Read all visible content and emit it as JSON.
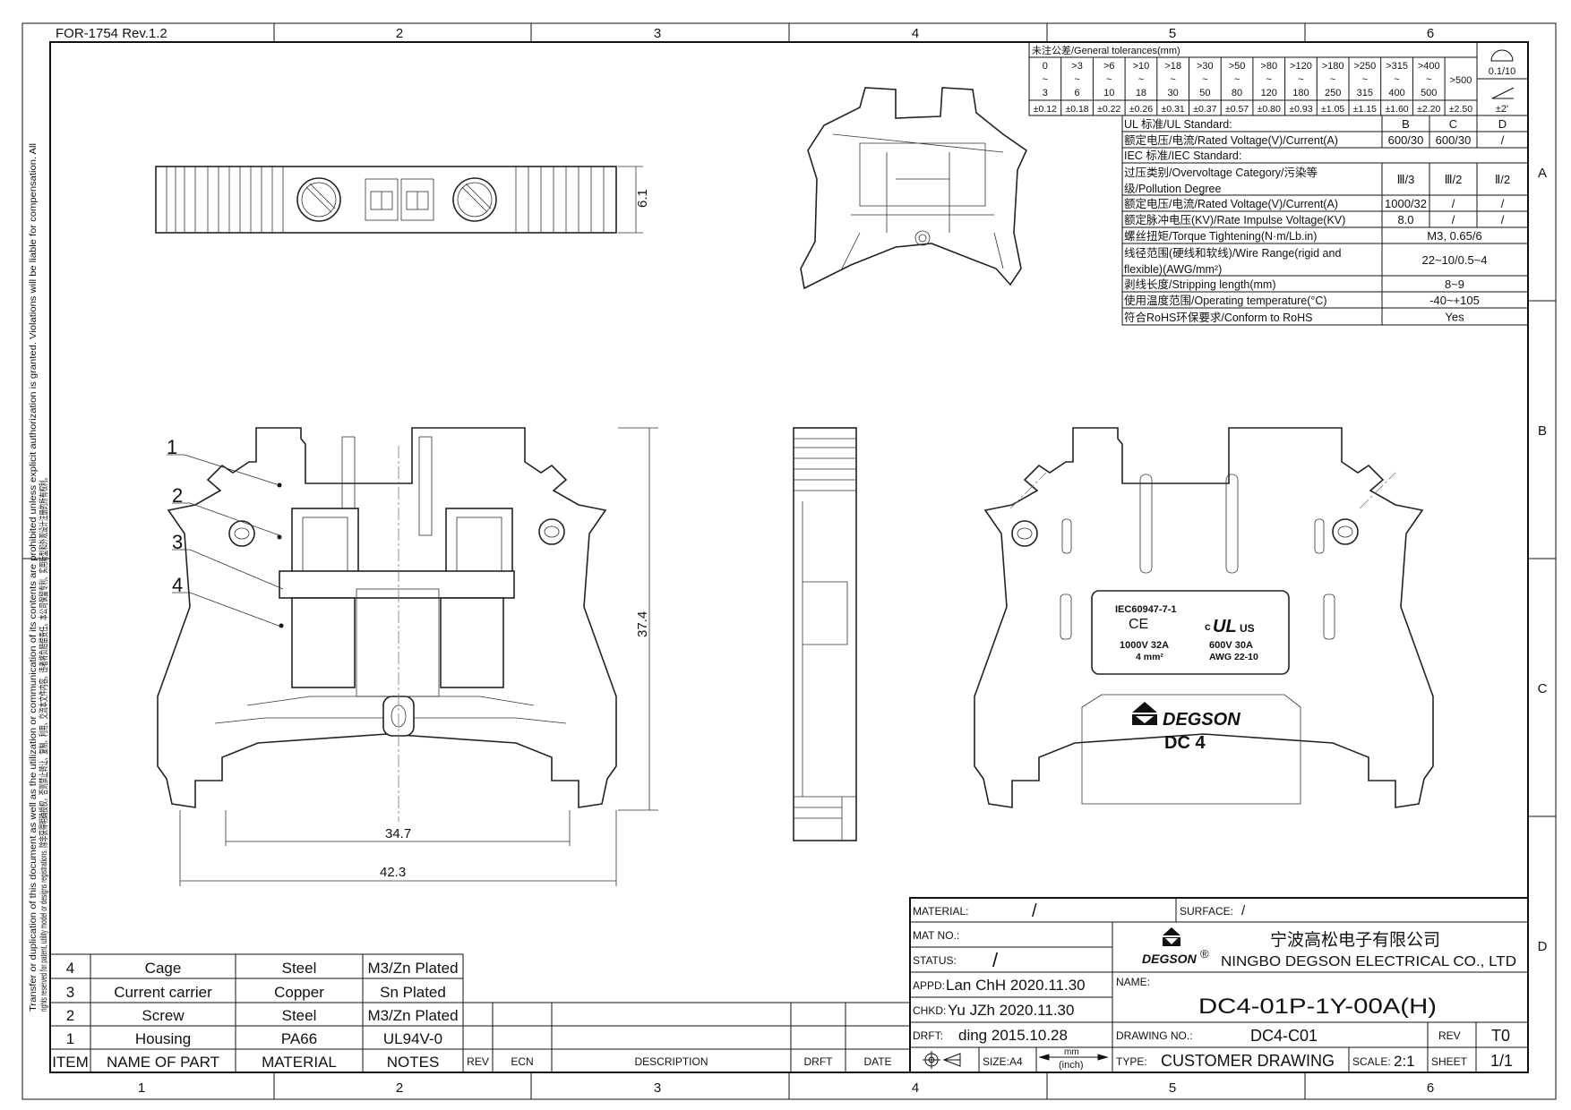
{
  "form_id": "FOR-1754 Rev.1.2",
  "zones": {
    "columns": [
      "1",
      "2",
      "3",
      "4",
      "5",
      "6"
    ],
    "rows": [
      "A",
      "B",
      "C",
      "D"
    ]
  },
  "legal_notice": {
    "line1": "Transfer or duplication of this document as well as the utilization or communication of its contents are prohibited unless explicit authorization is granted. Violations will be liable for compensation. All",
    "line2": "rights reserved for patent, utility model or designs registrations.  除非获得明确授权，否则禁止转让、复制、利用、交流本文件内容。违者将负赔偿责任。本公司保留专利、实用新型和外观设计注册的所有权利。"
  },
  "tolerances": {
    "title": "未注公差/General tolerances(mm)",
    "ranges": [
      [
        "0",
        "~",
        "3"
      ],
      [
        ">3",
        "~",
        "6"
      ],
      [
        ">6",
        "~",
        "10"
      ],
      [
        ">10",
        "~",
        "18"
      ],
      [
        ">18",
        "~",
        "30"
      ],
      [
        ">30",
        "~",
        "50"
      ],
      [
        ">50",
        "~",
        "80"
      ],
      [
        ">80",
        "~",
        "120"
      ],
      [
        ">120",
        "~",
        "180"
      ],
      [
        ">180",
        "~",
        "250"
      ],
      [
        ">250",
        "~",
        "315"
      ],
      [
        ">315",
        "~",
        "400"
      ],
      [
        ">400",
        "~",
        "500"
      ],
      [
        ">500"
      ]
    ],
    "values": [
      "±0.12",
      "±0.18",
      "±0.22",
      "±0.26",
      "±0.31",
      "±0.37",
      "±0.57",
      "±0.80",
      "±0.93",
      "±1.05",
      "±1.15",
      "±1.60",
      "±2.20",
      "±2.50"
    ],
    "flatness": "0.1/10",
    "angle": "±2'"
  },
  "specs": {
    "rows": [
      {
        "label": [
          "UL 标准/UL Standard:"
        ],
        "values": [
          "B",
          "C",
          "D"
        ]
      },
      {
        "label": [
          "额定电压/电流/Rated Voltage(V)/Current(A)"
        ],
        "values": [
          "600/30",
          "600/30",
          "/"
        ]
      },
      {
        "label": [
          "IEC 标准/IEC Standard:"
        ],
        "values": []
      },
      {
        "label": [
          "过压类别/Overvoltage Category/污染等",
          "级/Pollution Degree"
        ],
        "values": [
          "Ⅲ/3",
          "Ⅲ/2",
          "Ⅱ/2"
        ]
      },
      {
        "label": [
          "额定电压/电流/Rated Voltage(V)/Current(A)"
        ],
        "values": [
          "1000/32",
          "/",
          "/"
        ]
      },
      {
        "label": [
          "额定脉冲电压(KV)/Rate Impulse Voltage(KV)"
        ],
        "values": [
          "8.0",
          "/",
          "/"
        ]
      },
      {
        "label": [
          "螺丝扭矩/Torque Tightening(N·m/Lb.in)"
        ],
        "values": [
          "M3, 0.65/6"
        ]
      },
      {
        "label": [
          "线径范围(硬线和软线)/Wire Range(rigid and",
          "flexible)(AWG/mm²)"
        ],
        "values": [
          "22~10/0.5~4"
        ]
      },
      {
        "label": [
          "剥线长度/Stripping length(mm)"
        ],
        "values": [
          "8~9"
        ]
      },
      {
        "label": [
          "使用温度范围/Operating temperature(°C)"
        ],
        "values": [
          "-40~+105"
        ]
      },
      {
        "label": [
          "符合RoHS环保要求/Conform to RoHS"
        ],
        "values": [
          "Yes"
        ]
      }
    ]
  },
  "dimensions": {
    "top_height": "6.1",
    "inner_width": "34.7",
    "overall_width": "42.3",
    "overall_height": "37.4"
  },
  "callouts": [
    "1",
    "2",
    "3",
    "4"
  ],
  "product_label": {
    "iec_standard": "IEC60947-7-1",
    "ce_mark": "CE",
    "ul_mark_c": "c",
    "ul_mark": "UL",
    "ul_mark_us": "US",
    "iec_rating": "1000V  32A",
    "iec_wire": "4 mm²",
    "ul_rating": "600V  30A",
    "ul_wire": "AWG  22-10",
    "brand": "DEGSON",
    "model": "DC 4"
  },
  "parts_list": {
    "headers": [
      "ITEM",
      "NAME OF PART",
      "MATERIAL",
      "NOTES"
    ],
    "rows": [
      [
        "4",
        "Cage",
        "Steel",
        "M3/Zn Plated"
      ],
      [
        "3",
        "Current carrier",
        "Copper",
        "Sn Plated"
      ],
      [
        "2",
        "Screw",
        "Steel",
        "M3/Zn Plated"
      ],
      [
        "1",
        "Housing",
        "PA66",
        "UL94V-0"
      ]
    ]
  },
  "revision_table": {
    "headers": [
      "REV",
      "ECN",
      "DESCRIPTION",
      "DRFT",
      "DATE"
    ]
  },
  "title_block": {
    "material_label": "MATERIAL:",
    "material_value": "/",
    "surface_label": "SURFACE:",
    "surface_value": "/",
    "mat_no_label": "MAT NO.:",
    "status_label": "STATUS:",
    "status_value": "/",
    "appd": "APPD:",
    "appd_value": "Lan ChH 2020.11.30",
    "chkd": "CHKD:",
    "chkd_value": "Yu JZh 2020.11.30",
    "drft": "DRFT:",
    "drft_value": "ding 2015.10.28",
    "size": "SIZE:A4",
    "unit_mm": "mm",
    "unit_inch": "(inch)",
    "company_cn": "宁波高松电子有限公司",
    "company_en": "NINGBO DEGSON ELECTRICAL CO., LTD",
    "logo_text": "DEGSON",
    "logo_reg": "®",
    "name_label": "NAME:",
    "name_value": "DC4-01P-1Y-00A(H)",
    "drawing_no_label": "DRAWING NO.:",
    "drawing_no_value": "DC4-C01",
    "rev_label": "REV",
    "rev_value": "T0",
    "type_label": "TYPE:",
    "type_value": "CUSTOMER DRAWING",
    "scale_label": "SCALE:",
    "scale_value": "2:1",
    "sheet_label": "SHEET",
    "sheet_value": "1/1"
  }
}
